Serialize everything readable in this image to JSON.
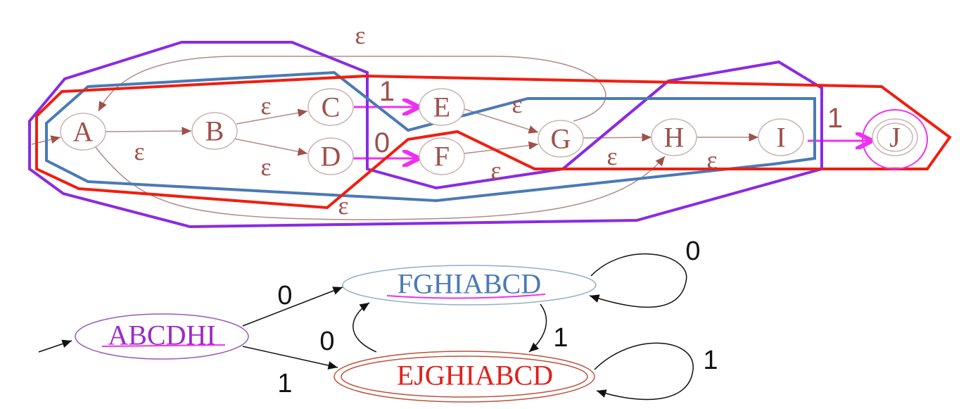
{
  "nfa": {
    "states": [
      "A",
      "B",
      "C",
      "D",
      "E",
      "F",
      "G",
      "H",
      "I",
      "J"
    ],
    "accepting_state": "J",
    "epsilon_label": "ε",
    "transition_labels": {
      "c_to_e": "1",
      "d_to_f": "0",
      "i_to_j": "1"
    }
  },
  "dfa": {
    "states": {
      "start": "ABCDHI",
      "zero": "FGHIABCD",
      "one": "EJGHIABCD"
    },
    "edge_labels": {
      "start_to_zero": "0",
      "start_to_one": "1",
      "one_to_zero": "0",
      "zero_to_one": "1",
      "zero_loop": "0",
      "one_loop": "1"
    }
  },
  "colors": {
    "outline_purple": "#8a2be2",
    "outline_blue": "#4a7ab5",
    "outline_red": "#f01e10",
    "highlight_magenta": "#f030f0",
    "nfa_text": "#a0504a"
  }
}
